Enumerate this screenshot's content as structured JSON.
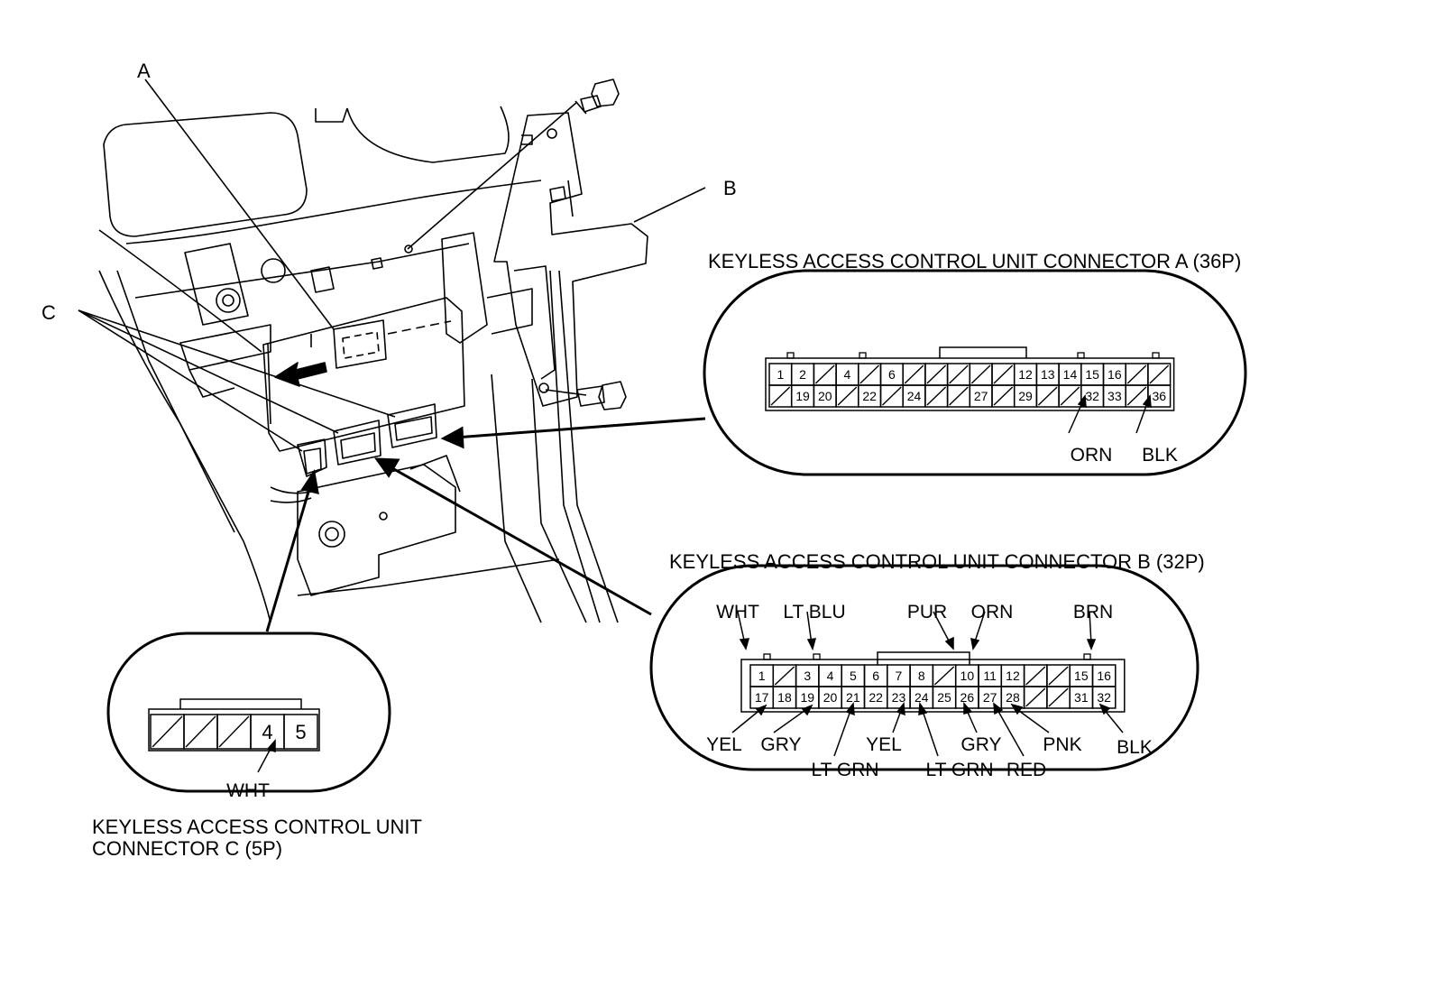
{
  "callouts": {
    "a": "A",
    "b": "B",
    "c": "C"
  },
  "connector_a": {
    "title": "KEYLESS ACCESS CONTROL UNIT CONNECTOR A (36P)",
    "top_row": [
      "1",
      "2",
      "",
      "4",
      "",
      "6",
      "",
      "",
      "",
      "",
      "",
      "12",
      "13",
      "14",
      "15",
      "16",
      "",
      ""
    ],
    "bottom_row": [
      "",
      "19",
      "20",
      "",
      "22",
      "",
      "24",
      "",
      "",
      "27",
      "",
      "29",
      "",
      "",
      "32",
      "33",
      "",
      "36"
    ],
    "wires": [
      {
        "label": "ORN"
      },
      {
        "label": "BLK"
      }
    ]
  },
  "connector_b": {
    "title": "KEYLESS ACCESS CONTROL UNIT CONNECTOR B (32P)",
    "top_row": [
      "1",
      "",
      "3",
      "4",
      "5",
      "6",
      "7",
      "8",
      "",
      "10",
      "11",
      "12",
      "",
      "",
      "15",
      "16"
    ],
    "bottom_row": [
      "17",
      "18",
      "19",
      "20",
      "21",
      "22",
      "23",
      "24",
      "25",
      "26",
      "27",
      "28",
      "",
      "",
      "31",
      "32"
    ],
    "wires_top": [
      "WHT",
      "LT BLU",
      "PUR",
      "ORN",
      "BRN"
    ],
    "wires_bottom": [
      "YEL",
      "GRY",
      "LT GRN",
      "YEL",
      "LT GRN",
      "GRY",
      "RED",
      "PNK",
      "BLK"
    ]
  },
  "connector_c": {
    "title_line1": "KEYLESS ACCESS CONTROL UNIT",
    "title_line2": "CONNECTOR C (5P)",
    "cells": [
      "",
      "",
      "",
      "4",
      "5"
    ],
    "wire": "WHT"
  }
}
